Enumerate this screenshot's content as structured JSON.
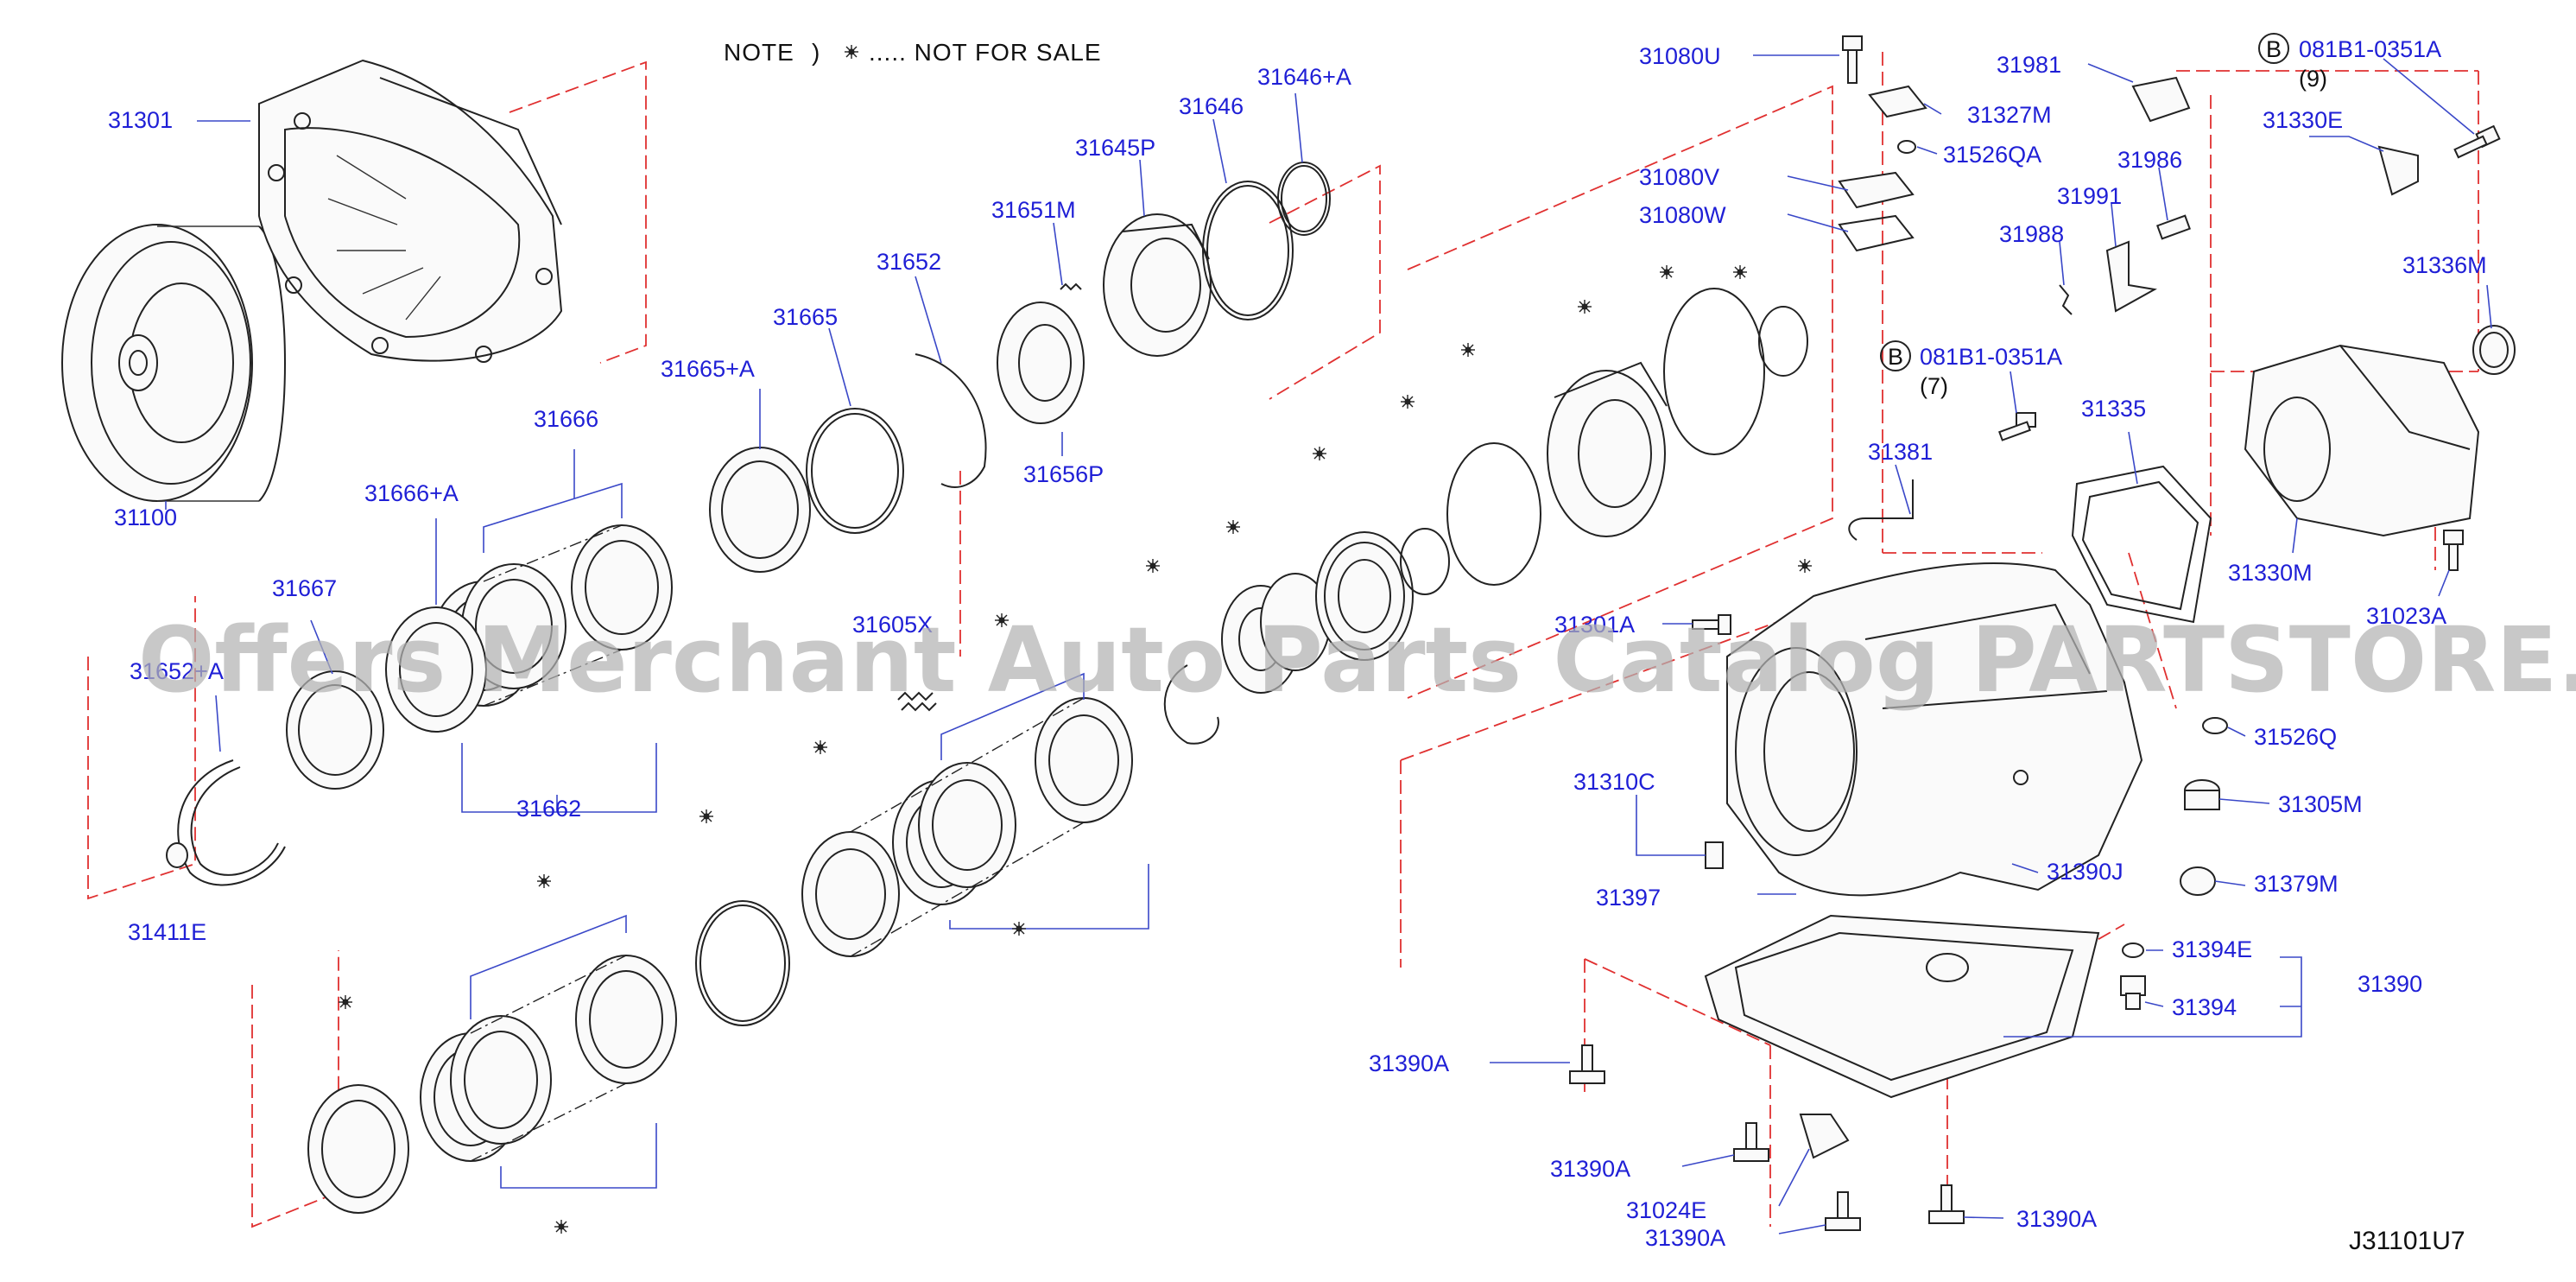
{
  "note": {
    "prefix": "NOTE",
    "paren": ")",
    "text": "..... NOT FOR SALE"
  },
  "diagram_code": "J31101U7",
  "watermark": "Offers Merchant Auto Parts Catalog PARTSTORE.SA",
  "colors": {
    "label": "#1f1fd6",
    "leader": "#3a48c8",
    "phantom": "#e03030",
    "watermark": "#b3b3b3"
  },
  "bolt_refs": [
    {
      "circle": "B",
      "code": "081B1-0351A",
      "qty": "(9)"
    },
    {
      "circle": "B",
      "code": "081B1-0351A",
      "qty": "(7)"
    }
  ],
  "labels": {
    "l31301": "31301",
    "l31100": "31100",
    "l31666": "31666",
    "l31666a": "31666+A",
    "l31665": "31665",
    "l31665a": "31665+A",
    "l31667": "31667",
    "l31652a": "31652+A",
    "l31411e": "31411E",
    "l31662": "31662",
    "l31652": "31652",
    "l31651m": "31651M",
    "l31656p": "31656P",
    "l31645p": "31645P",
    "l31646": "31646",
    "l31646a": "31646+A",
    "l31605x": "31605X",
    "l31080u": "31080U",
    "l31327m": "31327M",
    "l31526qa": "31526QA",
    "l31080v": "31080V",
    "l31080w": "31080W",
    "l31981": "31981",
    "l31986": "31986",
    "l31991": "31991",
    "l31988": "31988",
    "l31330e": "31330E",
    "l31336m": "31336M",
    "l31335": "31335",
    "l31381": "31381",
    "l31330m": "31330M",
    "l31023a": "31023A",
    "l31301a": "31301A",
    "l31526q": "31526Q",
    "l31305m": "31305M",
    "l31310c": "31310C",
    "l31390j": "31390J",
    "l31379m": "31379M",
    "l31397": "31397",
    "l31394e": "31394E",
    "l31390": "31390",
    "l31394": "31394",
    "l31390a_1": "31390A",
    "l31390a_2": "31390A",
    "l31024e": "31024E",
    "l31390a_3": "31390A",
    "l31390a_4": "31390A"
  }
}
